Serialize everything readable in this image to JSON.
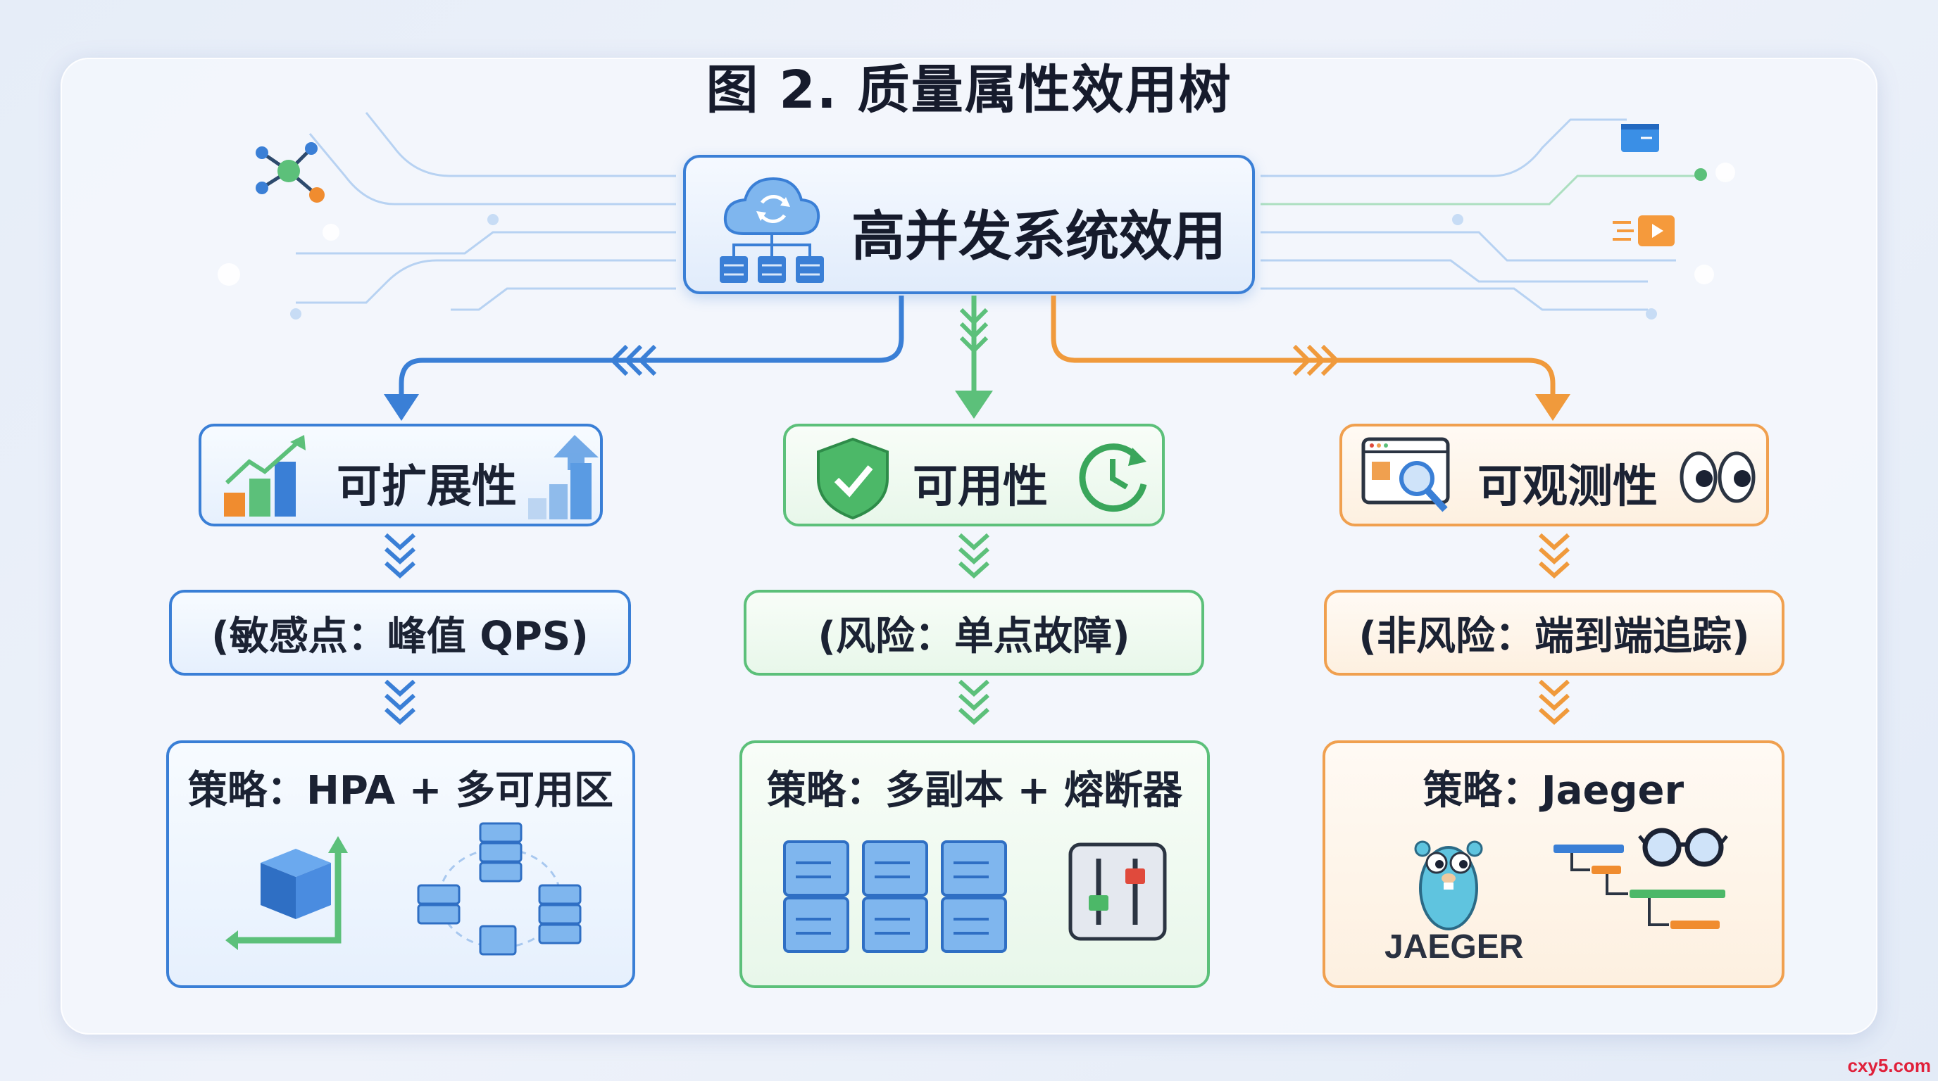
{
  "title": "图 2. 质量属性效用树",
  "root": {
    "label": "高并发系统效用",
    "icon": "cloud-server-icon"
  },
  "branches": [
    {
      "id": "scalability",
      "label": "可扩展性",
      "note": "(敏感点：峰值 QPS)",
      "strategy": "策略：HPA + 多可用区",
      "color": "#3a7fd6",
      "icons": [
        "growth-chart-icon",
        "scale-arrow-icon",
        "availability-zones-icon"
      ]
    },
    {
      "id": "availability",
      "label": "可用性",
      "note": "(风险：单点故障)",
      "strategy": "策略：多副本 + 熔断器",
      "color": "#5cc07a",
      "icons": [
        "shield-check-icon",
        "clock-refresh-icon",
        "server-replicas-icon",
        "circuit-breaker-icon"
      ]
    },
    {
      "id": "observability",
      "label": "可观测性",
      "note": "(非风险：端到端追踪)",
      "strategy": "策略：Jaeger",
      "color": "#f0a04f",
      "icons": [
        "monitor-search-icon",
        "eyes-icon",
        "gopher-icon",
        "trace-timeline-icon"
      ]
    }
  ],
  "jaeger_logo_text": "JAEGER",
  "watermark": "cxy5.com"
}
